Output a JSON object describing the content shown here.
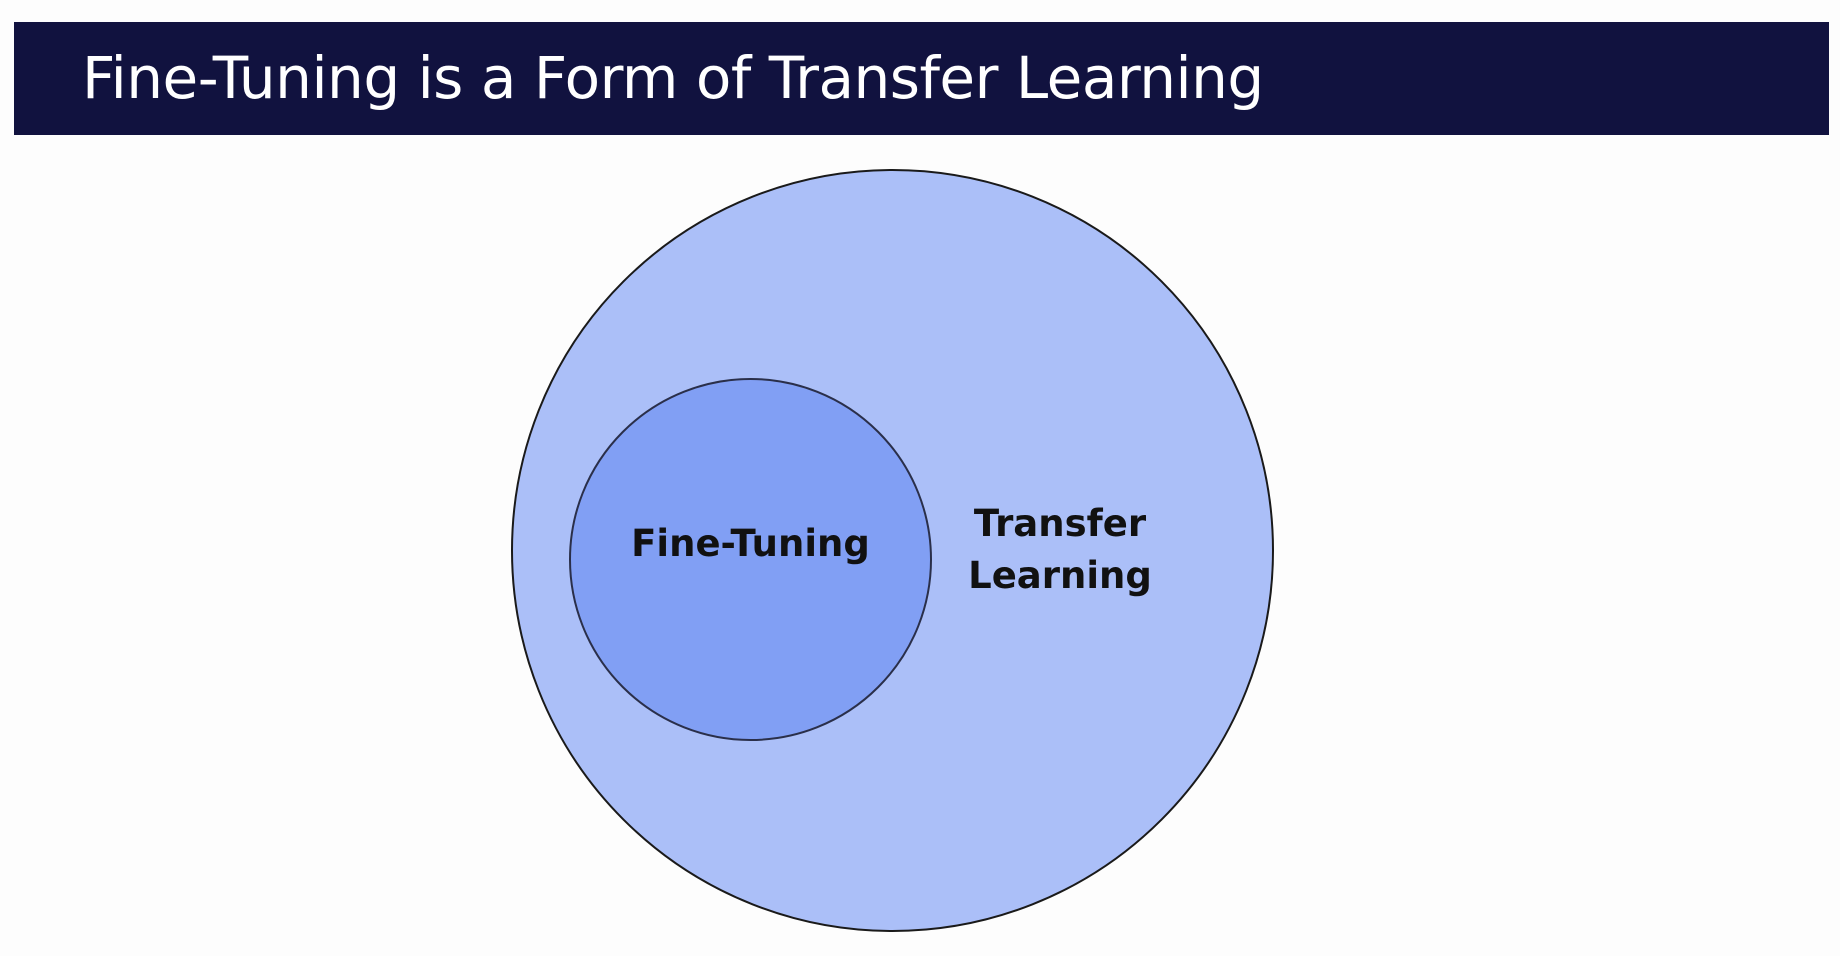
{
  "slide": {
    "title": "Fine-Tuning is a Form of Transfer Learning",
    "title_bar_color": "#11123f"
  },
  "diagram": {
    "outer_set": {
      "label_line1": "Transfer",
      "label_line2": "Learning",
      "fill": "#abbff8"
    },
    "inner_set": {
      "label": "Fine-Tuning",
      "fill": "#819ff4"
    }
  }
}
